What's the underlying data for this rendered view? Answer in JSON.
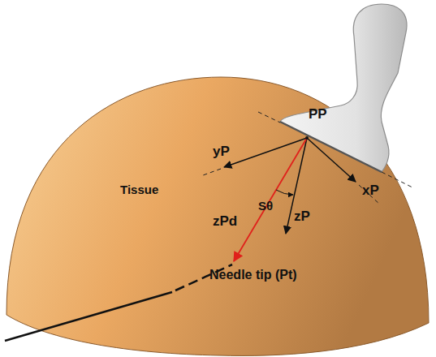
{
  "diagram": {
    "labels": [
      "yP",
      "PP",
      "xP",
      "Tissue",
      "Sθ",
      "zP",
      "zPd",
      "Needle tip (Pt)"
    ]
  }
}
